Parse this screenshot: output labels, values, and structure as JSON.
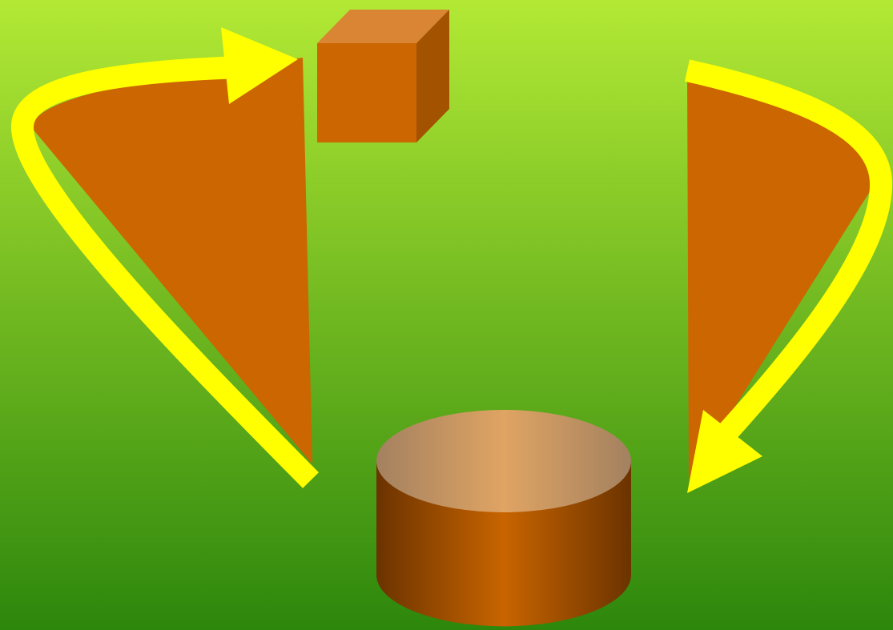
{
  "colors": {
    "background_top": "#b3e935",
    "background_bottom": "#2d870c",
    "arrow": "#ffff00",
    "fill": "#cc6600",
    "cube_top": "#d98533",
    "cube_side": "#a35200",
    "cylinder_top_center": "#e0a463",
    "cylinder_top_edge": "#a38160",
    "cylinder_body_center": "#c86400",
    "cylinder_body_edge": "#6b3300"
  },
  "shapes": {
    "cube": "cube",
    "cylinder": "cylinder",
    "left_arrow": "curved-arrow",
    "right_arrow": "curved-arrow"
  }
}
